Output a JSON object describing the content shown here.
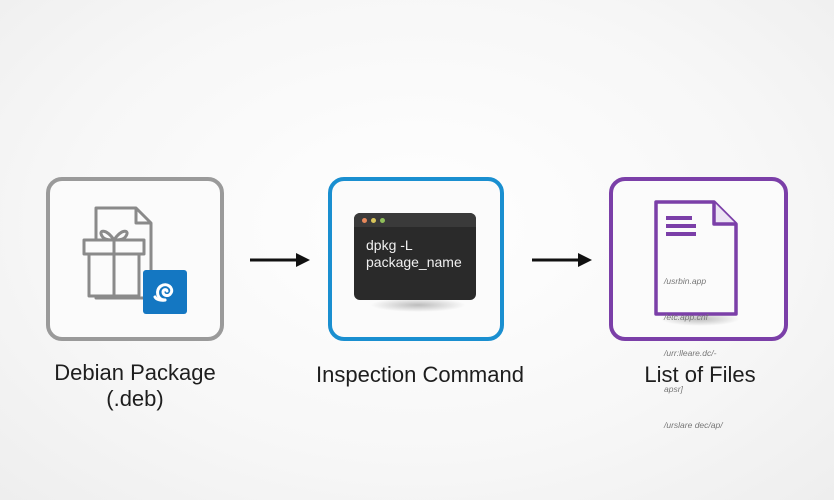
{
  "diagram": {
    "steps": [
      {
        "label_line1": "Debian Package",
        "label_line2": "(.deb)",
        "icon": "gift-package-file-icon",
        "badge_icon": "debian-swirl-icon",
        "color": "#9a9a9a",
        "badge_color": "#1477c2"
      },
      {
        "label_line1": "Inspection Command",
        "icon": "terminal-window-icon",
        "color": "#1a8fd0",
        "terminal": {
          "command_line1": "dpkg -L",
          "command_line2": "package_name",
          "window_dots": [
            "#e8885a",
            "#d9c55a",
            "#8fbf5a"
          ]
        }
      },
      {
        "label_line1": "List of Files",
        "icon": "document-list-icon",
        "color": "#7b3fa8",
        "file_lines": [
          "/usrbin.app",
          "/etc.app.cnf",
          "/urr:lleare.dc/-",
          "apsr]",
          "/urslare dec/ap/"
        ]
      }
    ],
    "arrows": [
      "arrow-right-icon",
      "arrow-right-icon"
    ]
  }
}
